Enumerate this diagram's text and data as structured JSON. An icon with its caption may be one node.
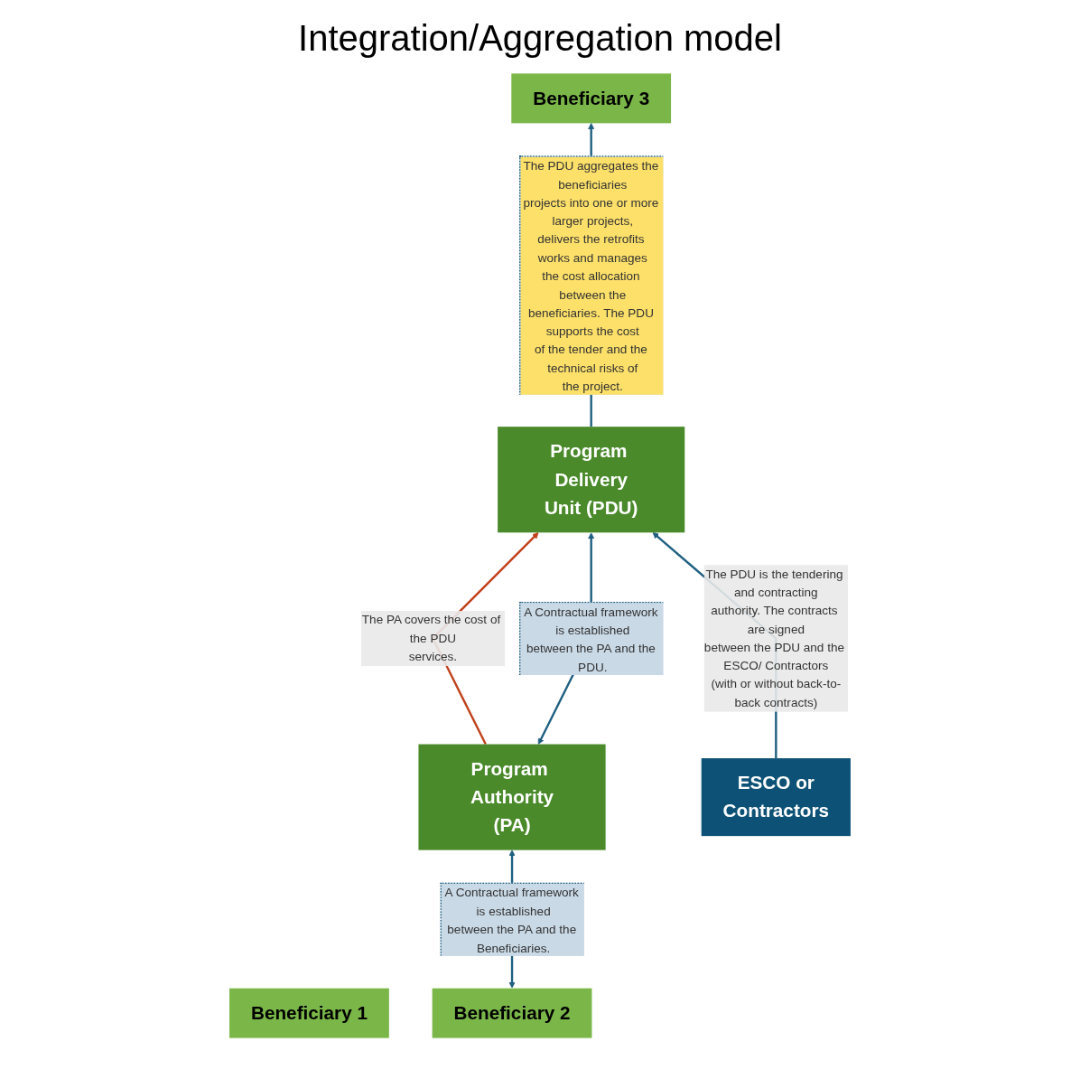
{
  "diagram": {
    "title": "Integration/Aggregation model",
    "nodes": [
      {
        "text": [
          "Beneficiary 1"
        ]
      },
      {
        "text": [
          "Beneficiary 2"
        ]
      },
      {
        "text": [
          "Beneficiary 3"
        ]
      },
      {
        "text": [
          "Program Authority (PA)"
        ]
      },
      {
        "text": [
          "Program Delivery Unit (PDU)"
        ]
      },
      {
        "text": [
          "ESCO or Contractors"
        ]
      }
    ],
    "edges": [
      {
        "from": 1,
        "to": 3,
        "arrow": "both",
        "label": "A Contractual framework is established between the PA and the Beneficiaries."
      },
      {
        "from": 4,
        "to": 2,
        "arrow": "to",
        "label": "The PDU aggregates the beneficiaries projects into one or more larger projects, delivers the retrofits works and manages the cost allocation between the beneficiaries. The PDU supports the cost of the tender and the technical risks of the project."
      },
      {
        "from": 4,
        "to": 3,
        "arrow": "both",
        "label": "A Contractual framework is established between the PA and the PDU."
      },
      {
        "from": 3,
        "to": 4,
        "arrow": "to",
        "label": "The PA covers the cost of the PDU services.",
        "color": "#c0401a"
      },
      {
        "from": 5,
        "to": 4,
        "arrow": "to",
        "label": "The PDU is the tendering and contracting authority. The contracts are signed between the PDU and the ESCO/ Contractors (with or without back-to-back contracts)"
      }
    ]
  }
}
